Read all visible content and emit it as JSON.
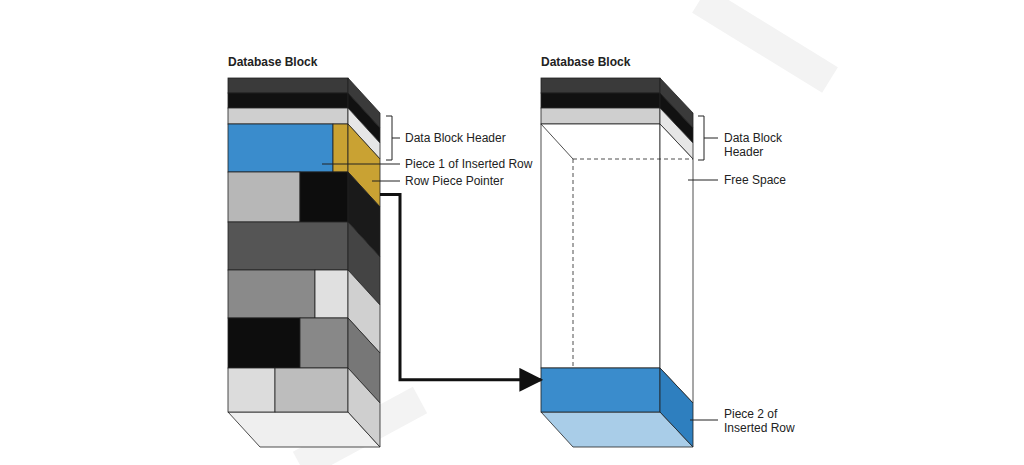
{
  "diagram": {
    "nodes": [
      {
        "text": [
          "Database Block"
        ]
      },
      {
        "text": [
          "Database Block"
        ]
      },
      {
        "text": [
          "Row Piece Pointer"
        ],
        "in": 0
      },
      {
        "text": [
          "Piece 2 of Inserted Row"
        ],
        "in": 1
      }
    ],
    "edges": [
      {
        "from": 2,
        "to": 3,
        "arrow": "to"
      }
    ],
    "labels": [
      "Data Block Header",
      "Piece 1 of Inserted Row",
      "Data Block Header",
      "Free Space"
    ]
  }
}
